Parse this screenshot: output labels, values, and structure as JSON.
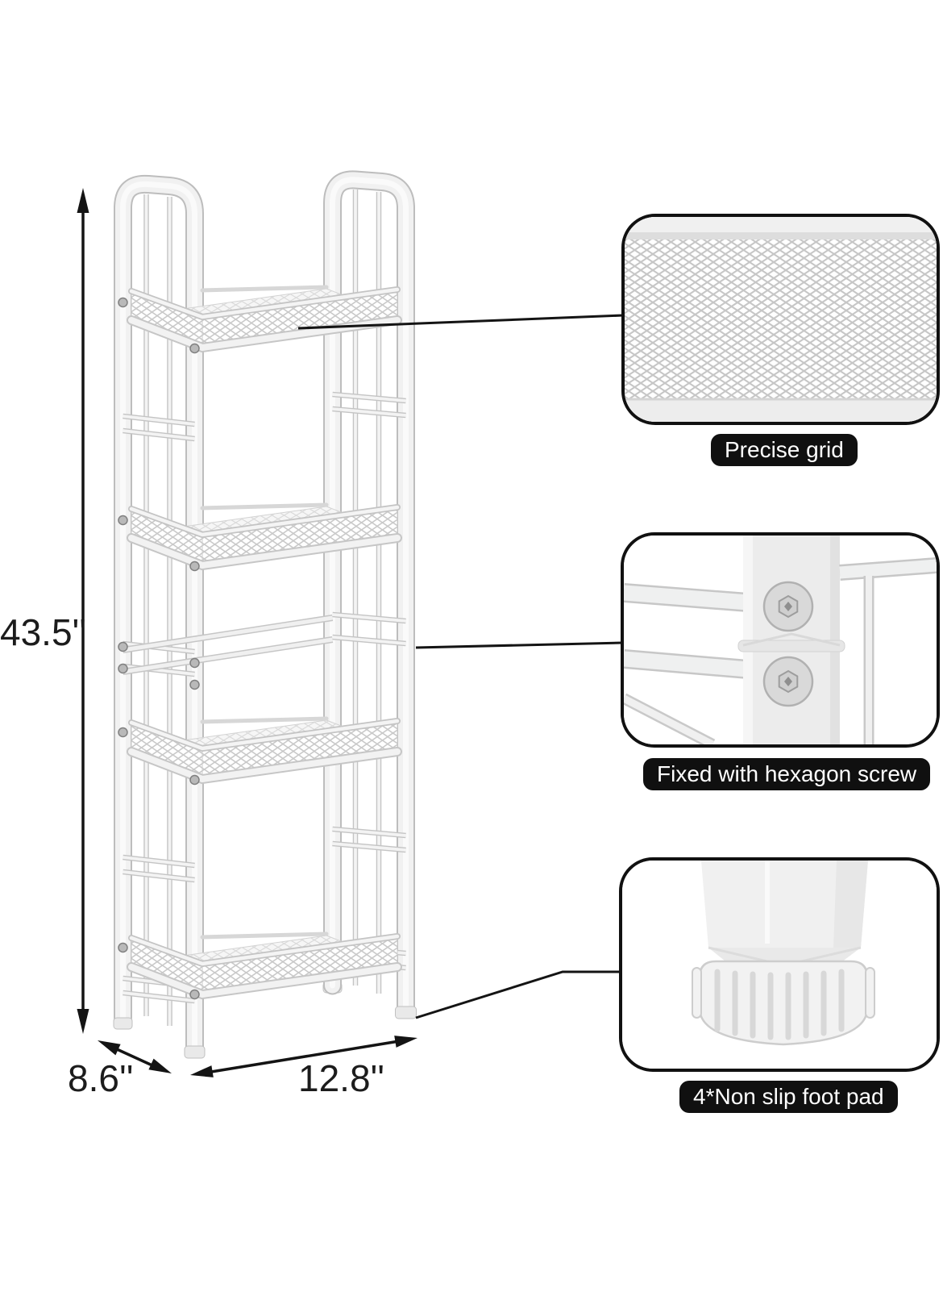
{
  "product": {
    "description": "4-tier white metal mesh shelving unit dimension diagram",
    "tiers": 4
  },
  "dimensions": {
    "height_label": "43.5''",
    "depth_label": "8.6''",
    "width_label": "12.8''"
  },
  "callouts": [
    {
      "id": "grid",
      "label": "Precise grid"
    },
    {
      "id": "screw",
      "label": "Fixed with hexagon screw"
    },
    {
      "id": "foot",
      "label": "4*Non slip foot pad"
    }
  ],
  "colors": {
    "background": "#ffffff",
    "annotation": "#101010",
    "metal_fill": "#f2f2f2",
    "metal_edge": "#c6c6c6",
    "pill_bg": "#101010",
    "pill_text": "#ffffff"
  }
}
